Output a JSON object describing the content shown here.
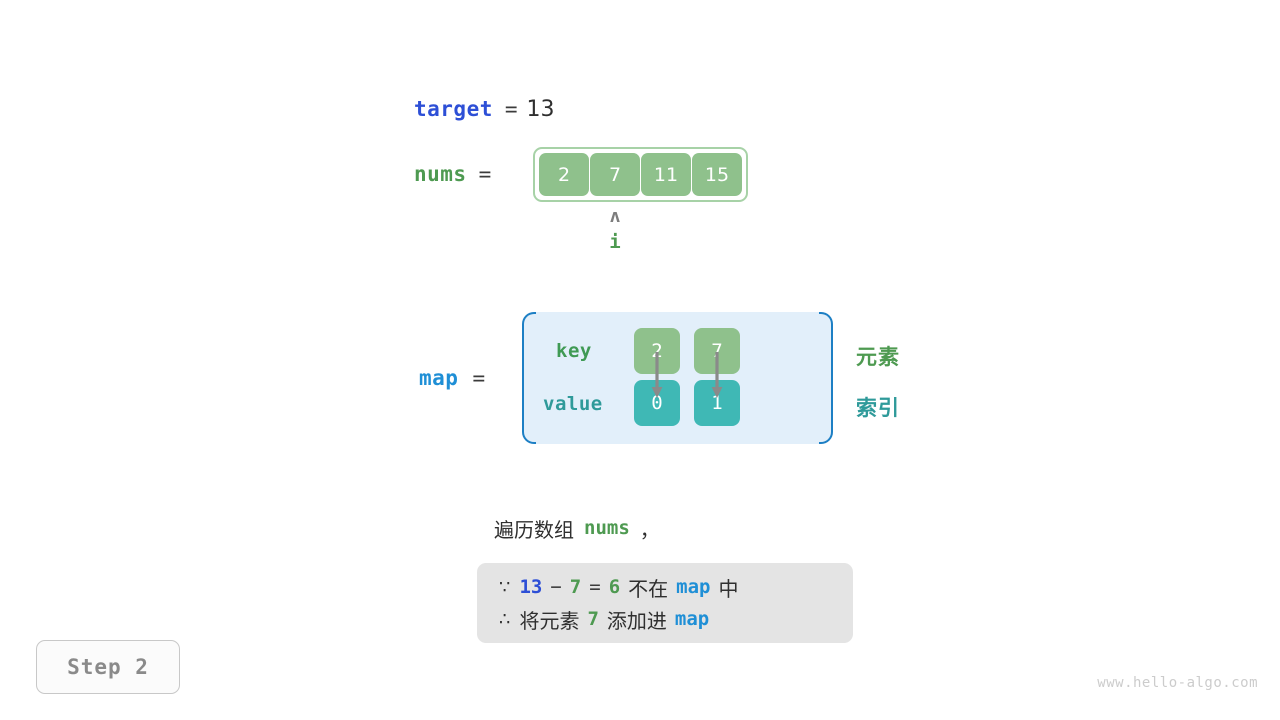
{
  "target": {
    "name": "target",
    "equals": "=",
    "value": "13"
  },
  "nums": {
    "name": "nums",
    "equals": "=",
    "cells": [
      "2",
      "7",
      "11",
      "15"
    ],
    "pointer": {
      "caret": "ʌ",
      "label": "i",
      "index": 1
    }
  },
  "map": {
    "name": "map",
    "equals": "=",
    "row_labels": {
      "key": "key",
      "value": "value"
    },
    "side_labels": {
      "key": "元素",
      "value": "索引"
    },
    "entries": [
      {
        "key": "2",
        "value": "0"
      },
      {
        "key": "7",
        "value": "1"
      }
    ]
  },
  "caption": {
    "prefix": "遍历数组",
    "code": "nums",
    "suffix": "，"
  },
  "note": {
    "line1": {
      "symbol": "∵",
      "a": "13",
      "op1": "−",
      "b": "7",
      "op2": "=",
      "c": "6",
      "text": "不在",
      "code": "map",
      "tail": "中"
    },
    "line2": {
      "symbol": "∴",
      "text": "将元素",
      "num": "7",
      "text2": "添加进",
      "code": "map"
    }
  },
  "step_badge": "Step 2",
  "watermark": "www.hello-algo.com",
  "colors": {
    "blue_var": "#2d4fd6",
    "light_blue_var": "#1f8fd6",
    "green_var": "#4e9a51",
    "cell_green": "#8fc18c",
    "cell_teal": "#3fb8b5",
    "map_bg": "#e2effa",
    "note_bg": "#e4e4e4",
    "arrow_gray": "#8a8a8a"
  }
}
